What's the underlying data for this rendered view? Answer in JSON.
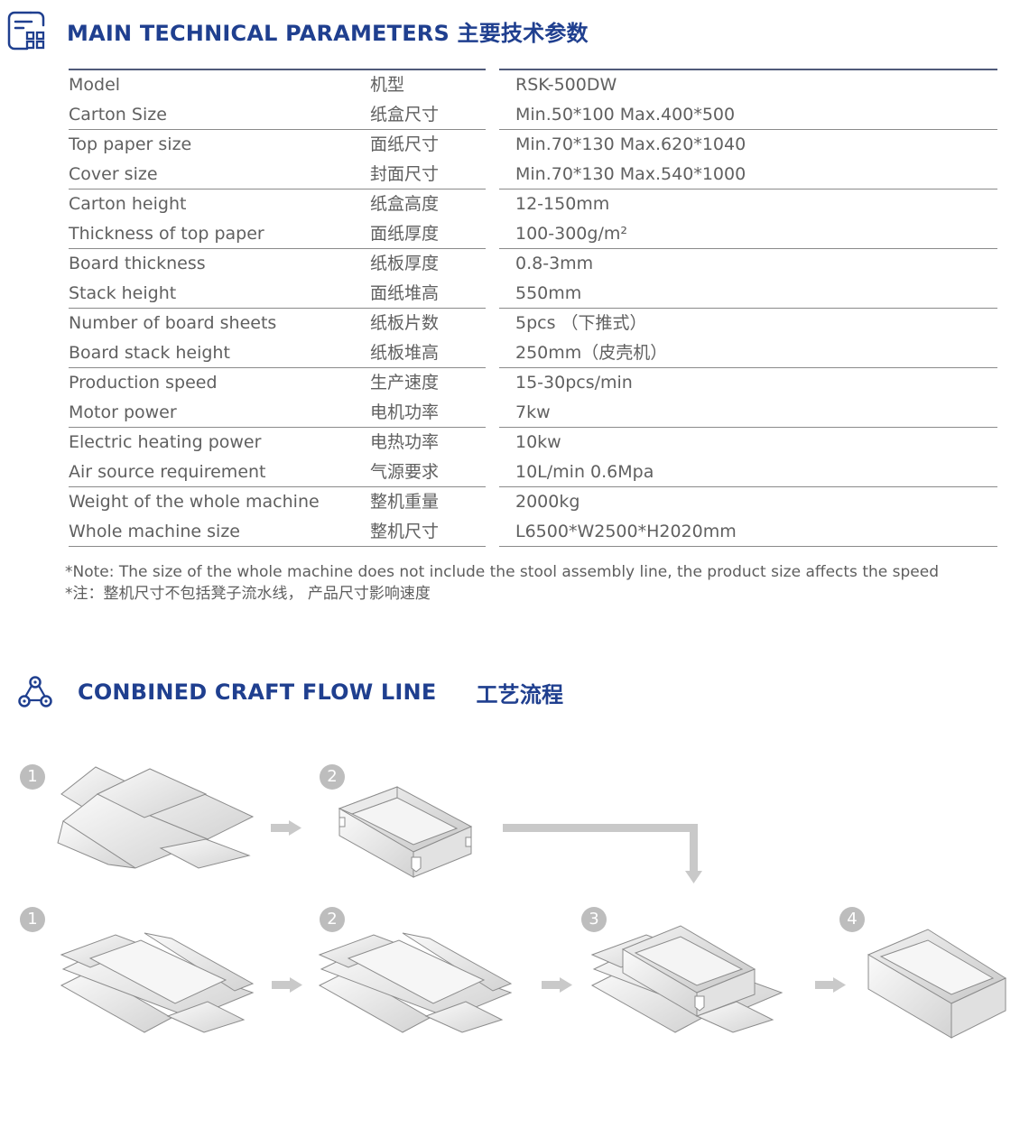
{
  "section1": {
    "title": "MAIN TECHNICAL PARAMETERS 主要技术参数",
    "icon": "spec-sheet-icon"
  },
  "specs": [
    {
      "en": "Model",
      "cn": "机型",
      "value": "RSK-500DW"
    },
    {
      "en": "Carton Size",
      "cn": "纸盒尺寸",
      "value": "Min.50*100 Max.400*500"
    },
    {
      "en": "Top paper size",
      "cn": "面纸尺寸",
      "value": "Min.70*130 Max.620*1040"
    },
    {
      "en": "Cover size",
      "cn": "封面尺寸",
      "value": "Min.70*130 Max.540*1000"
    },
    {
      "en": "Carton height",
      "cn": "纸盒高度",
      "value": "12-150mm"
    },
    {
      "en": "Thickness of top paper",
      "cn": "面纸厚度",
      "value": "100-300g/m²"
    },
    {
      "en": "Board thickness",
      "cn": "纸板厚度",
      "value": "0.8-3mm"
    },
    {
      "en": "Stack height",
      "cn": "面纸堆高",
      "value": "550mm"
    },
    {
      "en": "Number of board sheets",
      "cn": "纸板片数",
      "value": "5pcs （下推式）"
    },
    {
      "en": "Board stack height",
      "cn": "纸板堆高",
      "value": "250mm（皮壳机）"
    },
    {
      "en": "Production speed",
      "cn": "生产速度",
      "value": "15-30pcs/min"
    },
    {
      "en": "Motor power",
      "cn": "电机功率",
      "value": "7kw"
    },
    {
      "en": "Electric heating power",
      "cn": "电热功率",
      "value": "10kw"
    },
    {
      "en": "Air source requirement",
      "cn": "气源要求",
      "value": "10L/min 0.6Mpa"
    },
    {
      "en": "Weight of the whole machine",
      "cn": "整机重量",
      "value": "2000kg"
    },
    {
      "en": "Whole machine size",
      "cn": "整机尺寸",
      "value": "L6500*W2500*H2020mm"
    }
  ],
  "notes": {
    "en": "*Note: The size of the whole machine does not include the stool assembly line, the product size affects the speed",
    "cn": "*注：整机尺寸不包括凳子流水线， 产品尺寸影响速度"
  },
  "section2": {
    "title_en": "CONBINED CRAFT FLOW LINE",
    "title_cn": "工艺流程",
    "icon": "flow-network-icon"
  },
  "flow": {
    "row1_steps": [
      "1",
      "2"
    ],
    "row2_steps": [
      "1",
      "2",
      "3",
      "4"
    ]
  },
  "colors": {
    "header_blue": "#1f3f8f",
    "badge_gray": "#bdbdbd",
    "arrow_gray": "#c9c9c9"
  }
}
